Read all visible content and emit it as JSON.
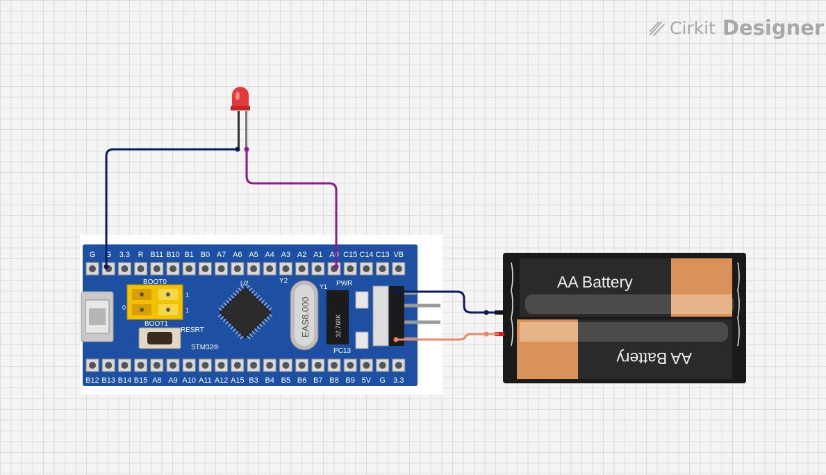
{
  "brand": {
    "name_light": "Cirkit",
    "name_bold": "Designer",
    "icon": "pencil-logo-icon"
  },
  "board": {
    "top_pins": [
      "G",
      "G",
      "3.3",
      "R",
      "B11",
      "B10",
      "B1",
      "B0",
      "A7",
      "A6",
      "A5",
      "A4",
      "A3",
      "A2",
      "A1",
      "A0",
      "C15",
      "C14",
      "C13",
      "VB"
    ],
    "bottom_pins": [
      "B12",
      "B13",
      "B14",
      "B15",
      "A8",
      "A9",
      "A10",
      "A11",
      "A12",
      "A15",
      "B3",
      "B4",
      "B5",
      "B6",
      "B7",
      "B8",
      "B9",
      "5V",
      "G",
      "3.3"
    ],
    "labels": {
      "boot0": "BOOT0",
      "boot1": "BOOT1",
      "reset": "RESRT",
      "stm": "STM32®",
      "u2": "U2",
      "y2": "Y2",
      "y1": "Y1",
      "pwr": "PWR",
      "pc13": "PC13",
      "crystal": "EAS8.000",
      "crystal2": "32.768K",
      "jumper_one_a": "1",
      "jumper_one_b": "1",
      "jumper_zero": "0"
    }
  },
  "battery": {
    "label_top": "AA Battery",
    "label_bottom": "AA Battery"
  },
  "colors": {
    "wire_gnd": "#0a1a5c",
    "wire_signal": "#8b1a8b",
    "wire_power": "#e8876a",
    "board": "#1d4fa3",
    "led": "#e23a3a"
  }
}
